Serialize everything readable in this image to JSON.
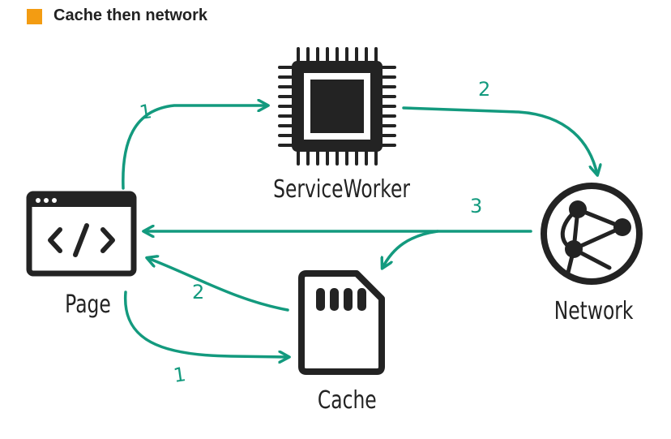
{
  "header": {
    "title": "Cache then network",
    "square_color": "#f39c12"
  },
  "colors": {
    "arrow": "#139a7e",
    "icon": "#232323"
  },
  "nodes": {
    "page": {
      "label": "Page",
      "icon": "code-window-icon"
    },
    "service_worker": {
      "label": "ServiceWorker",
      "icon": "chip-icon"
    },
    "network": {
      "label": "Network",
      "icon": "globe-network-icon"
    },
    "cache": {
      "label": "Cache",
      "icon": "sd-card-icon"
    }
  },
  "steps": {
    "page_to_sw": "1",
    "sw_to_network": "2",
    "network_to_page": "3",
    "cache_to_page": "2",
    "page_to_cache": "1"
  }
}
